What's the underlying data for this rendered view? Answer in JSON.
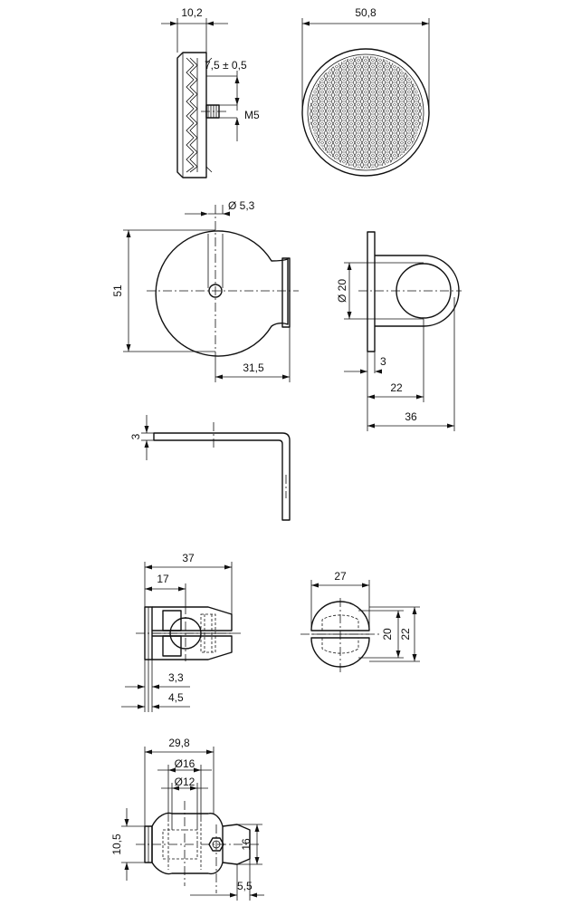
{
  "labels": {
    "d_10_2": "10,2",
    "d_7_5": "7,5 ± 0,5",
    "d_m5": "M5",
    "d_50_8": "50,8",
    "d_dia_5_3": "Ø 5,3",
    "d_51": "51",
    "d_31_5": "31,5",
    "d_dia_20": "Ø 20",
    "d_3a": "3",
    "d_22a": "22",
    "d_36": "36",
    "d_3b": "3",
    "d_37": "37",
    "d_17": "17",
    "d_3_3": "3,3",
    "d_4_5": "4,5",
    "d_27": "27",
    "d_20": "20",
    "d_22b": "22",
    "d_29_8": "29,8",
    "d_dia_16": "Ø16",
    "d_dia_12": "Ø12",
    "d_10_5": "10,5",
    "d_16": "16",
    "d_5_5": "5,5"
  }
}
